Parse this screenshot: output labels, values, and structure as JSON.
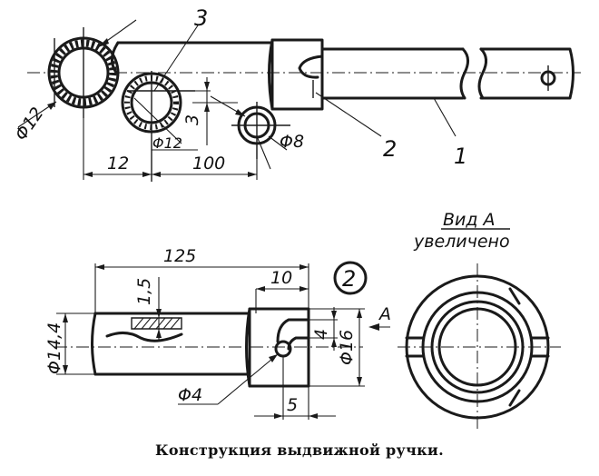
{
  "caption": "Конструкция выдвижной ручки.",
  "top_view": {
    "part_labels": [
      "3",
      "2",
      "1"
    ],
    "dims": {
      "d_ring": "Φ12",
      "d_hole": "Φ12",
      "d_small": "Φ8",
      "offset": "3",
      "spacing1": "12",
      "spacing2": "100"
    }
  },
  "detail_view": {
    "callout": "2",
    "dims": {
      "length": "125",
      "collar": "10",
      "depth": "1,5",
      "diameter": "Φ14,4",
      "slot": "4",
      "outer": "Φ16",
      "pin": "Φ4",
      "slot_offset": "5"
    },
    "arrow_label": "А"
  },
  "view_a": {
    "title": "Вид А",
    "subtitle": "увеличено"
  }
}
